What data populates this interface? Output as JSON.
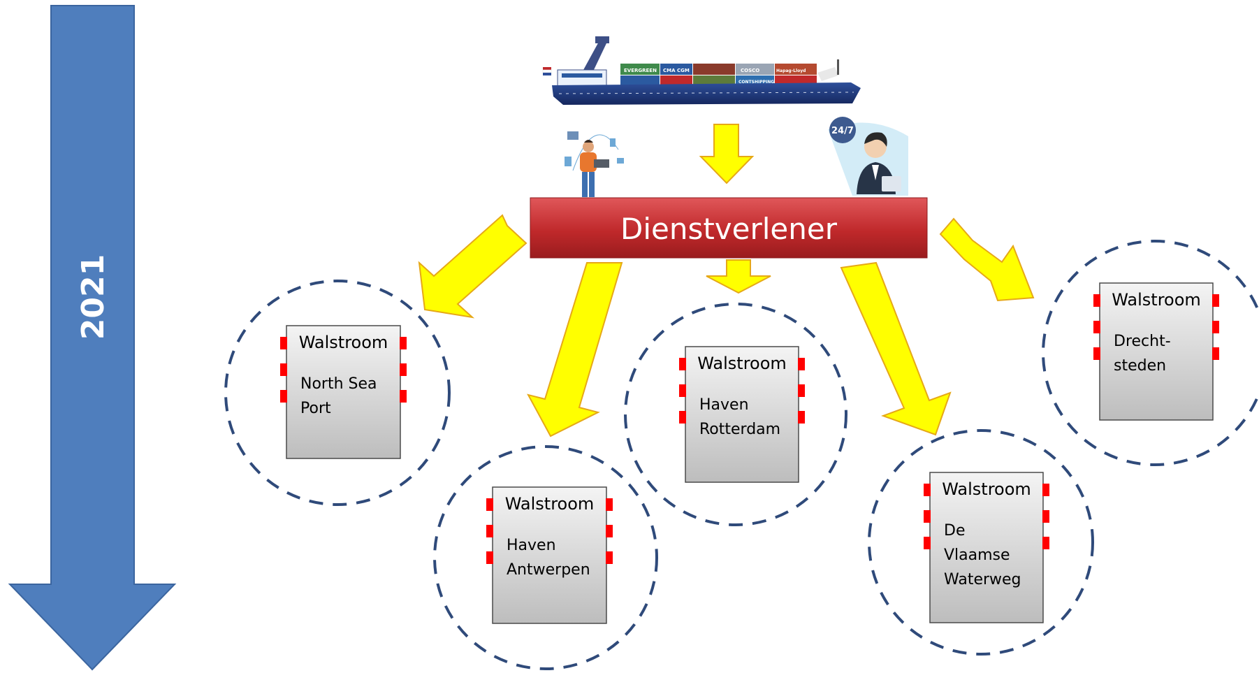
{
  "timeline": {
    "year": "2021",
    "color": "#4F7EBD"
  },
  "provider": {
    "label": "Dienstverlener",
    "color": "#C0292B"
  },
  "arrow_color": "#FFFF00",
  "ship": {
    "container_labels": [
      "EVERGREEN",
      "CMA CGM",
      "COSCO",
      "Hapag-Lloyd",
      "CONTSHIPPING"
    ]
  },
  "support_badge": "24/7",
  "nodes": [
    {
      "id": "north-sea-port",
      "title": "Walstroom",
      "name_lines": [
        "North Sea",
        "Port"
      ]
    },
    {
      "id": "haven-antwerpen",
      "title": "Walstroom",
      "name_lines": [
        "Haven",
        "Antwerpen"
      ]
    },
    {
      "id": "haven-rotterdam",
      "title": "Walstroom",
      "name_lines": [
        "Haven",
        "Rotterdam"
      ]
    },
    {
      "id": "de-vlaamse-waterweg",
      "title": "Walstroom",
      "name_lines": [
        "De",
        "Vlaamse",
        "Waterweg"
      ]
    },
    {
      "id": "drechtsteden",
      "title": "Walstroom",
      "name_lines": [
        "Drecht-",
        "steden"
      ]
    }
  ]
}
